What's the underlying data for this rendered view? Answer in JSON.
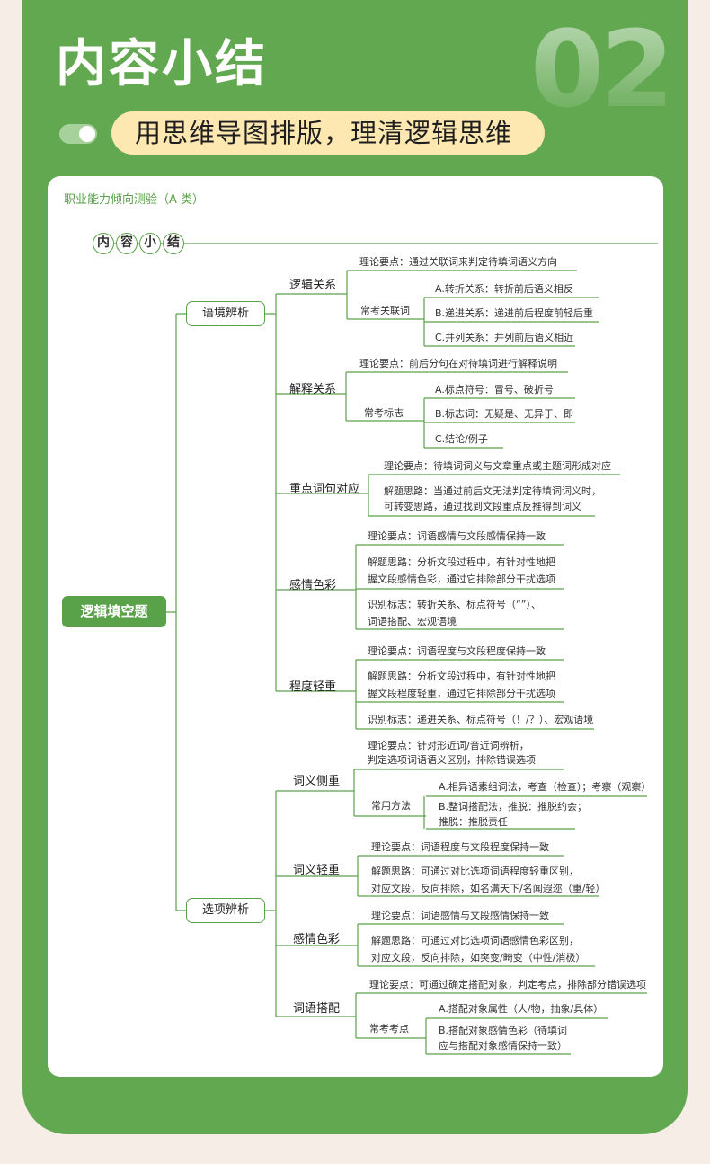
{
  "header": {
    "title": "内容小结",
    "number": "02",
    "subtitle": "用思维导图排版，理清逻辑思维"
  },
  "card": {
    "heading": "职业能力倾向测验（A 类）",
    "badge": [
      "内",
      "容",
      "小",
      "结"
    ],
    "root": "逻辑填空题",
    "branches": [
      {
        "label": "语境辨析",
        "children": [
          {
            "label": "逻辑关系",
            "items": [
              "理论要点：通过关联词来判定待填词语义方向",
              "常考关联词",
              "A.转折关系：转折前后语义相反",
              "B.递进关系：递进前后程度前轻后重",
              "C.并列关系：并列前后语义相近"
            ]
          },
          {
            "label": "解释关系",
            "items": [
              "理论要点：前后分句在对待填词进行解释说明",
              "常考标志",
              "A.标点符号：冒号、破折号",
              "B.标志词：无疑是、无异于、即",
              "C.结论/例子"
            ]
          },
          {
            "label": "重点词句对应",
            "items": [
              "理论要点：待填词词义与文章重点或主题词形成对应",
              "解题思路：当通过前后文无法判定待填词词义时，",
              "可转变思路，通过找到文段重点反推得到词义"
            ]
          },
          {
            "label": "感情色彩",
            "items": [
              "理论要点：词语感情与文段感情保持一致",
              "解题思路：分析文段过程中，有针对性地把",
              "握文段感情色彩，通过它排除部分干扰选项",
              "识别标志：转折关系、标点符号（“”）、",
              "词语搭配、宏观语境"
            ]
          },
          {
            "label": "程度轻重",
            "items": [
              "理论要点：词语程度与文段程度保持一致",
              "解题思路：分析文段过程中，有针对性地把",
              "握文段程度轻重，通过它排除部分干扰选项",
              "识别标志：递进关系、标点符号（！/？）、宏观语境"
            ]
          }
        ]
      },
      {
        "label": "选项辨析",
        "children": [
          {
            "label": "词义侧重",
            "items": [
              "理论要点：针对形近词/音近词辨析，",
              "判定选项词语语义区别，排除错误选项",
              "常用方法",
              "A.相异语素组词法，考查（检查）；考察（观察）",
              "B.整词搭配法，推脱：推脱约会；",
              "推脱：推脱责任"
            ]
          },
          {
            "label": "词义轻重",
            "items": [
              "理论要点：词语程度与文段程度保持一致",
              "解题思路：可通过对比选项词语程度轻重区别，",
              "对应文段，反向排除，如名满天下/名闻遐迩（重/轻）"
            ]
          },
          {
            "label": "感情色彩",
            "items": [
              "理论要点：词语感情与文段感情保持一致",
              "解题思路：可通过对比选项词语感情色彩区别，",
              "对应文段，反向排除，如突变/畸变（中性/消极）"
            ]
          },
          {
            "label": "词语搭配",
            "items": [
              "理论要点：可通过确定搭配对象，判定考点，排除部分错误选项",
              "常考考点",
              "A.搭配对象属性（人/物，抽象/具体）",
              "B.搭配对象感情色彩（待填词",
              "应与搭配对象感情保持一致）"
            ]
          }
        ]
      }
    ]
  }
}
